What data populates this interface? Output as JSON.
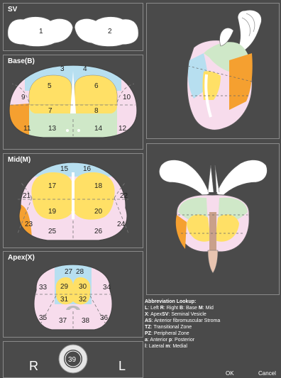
{
  "panels": {
    "sv": {
      "title": "SV"
    },
    "base": {
      "title": "Base(B)"
    },
    "mid": {
      "title": "Mid(M)"
    },
    "apex": {
      "title": "Apex(X)"
    }
  },
  "regions": {
    "r1": "1",
    "r2": "2",
    "r3": "3",
    "r4": "4",
    "r5": "5",
    "r6": "6",
    "r7": "7",
    "r8": "8",
    "r9": "9",
    "r10": "10",
    "r11": "11",
    "r12": "12",
    "r13": "13",
    "r14": "14",
    "r15": "15",
    "r16": "16",
    "r17": "17",
    "r18": "18",
    "r19": "19",
    "r20": "20",
    "r21": "21",
    "r22": "22",
    "r23": "23",
    "r24": "24",
    "r25": "25",
    "r26": "26",
    "r27": "27",
    "r28": "28",
    "r29": "29",
    "r30": "30",
    "r31": "31",
    "r32": "32",
    "r33": "33",
    "r34": "34",
    "r35": "35",
    "r36": "36",
    "r37": "37",
    "r38": "38",
    "r39": "39"
  },
  "sides": {
    "right": "R",
    "left": "L"
  },
  "legend": {
    "heading": "Abbreviation Lookup:",
    "l1_k1": "L",
    "l1_t1": ": Left ",
    "l1_k2": "R",
    "l1_t2": ": Right ",
    "l1_k3": "B",
    "l1_t3": ": Base ",
    "l1_k4": "M",
    "l1_t4": ": Mid",
    "l2_k1": "X",
    "l2_t1": ": Apex",
    "l2_k2": "SV",
    "l2_t2": ": Seminal Vesicle",
    "l3_k": "AS",
    "l3_t": ": Anterior fibromuscular Stroma",
    "l4_k": "TZ",
    "l4_t": ": Transitional Zone",
    "l5_k": "PZ",
    "l5_t": ": Peripheral Zone",
    "l6_k1": "a",
    "l6_t1": ": Anterior ",
    "l6_k2": "p",
    "l6_t2": ": Posterior",
    "l7_k1": "l",
    "l7_t1": ": Lateral ",
    "l7_k2": "m",
    "l7_t2": ": Medial"
  },
  "buttons": {
    "ok": "OK",
    "cancel": "Cancel"
  },
  "colors": {
    "background": "#4a4a4a",
    "anterior_stroma": "#b7dff0",
    "transition_zone": "#ffe066",
    "peripheral_zone": "#f7dcec",
    "central_zone": "#cfe8c8",
    "highlight": "#f5a030",
    "seminal_vesicle": "#ffffff"
  }
}
